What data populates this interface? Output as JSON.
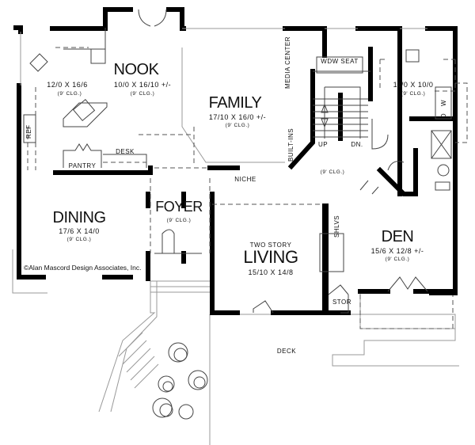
{
  "rooms": {
    "nook": {
      "name": "NOOK",
      "dim": "10/0 X 16/10 +/-",
      "clg": "(9' CLG.)"
    },
    "kitchen": {
      "dim": "12/0 X 16/6",
      "clg": "(9' CLG.)"
    },
    "family": {
      "name": "FAMILY",
      "dim": "17/10 X 16/0 +/-",
      "clg": "(9' CLG.)"
    },
    "dining": {
      "name": "DINING",
      "dim": "17/6 X 14/0",
      "clg": "(9' CLG.)"
    },
    "foyer": {
      "name": "FOYER",
      "clg": "(9' CLG.)"
    },
    "living": {
      "prefix": "TWO STORY",
      "name": "LIVING",
      "dim": "15/10 X 14/8"
    },
    "den": {
      "name": "DEN",
      "dim": "15/6 X 12/8 +/-",
      "clg": "(9' CLG.)"
    },
    "laundry": {
      "dim": "11/0 X 10/0",
      "clg": "(9' CLG.)"
    },
    "hall": {
      "clg": "(9' CLG.)"
    }
  },
  "labels": {
    "wdw_seat": "WDW SEAT",
    "media_center": "MEDIA CENTER",
    "built_ins": "BUILT-INS",
    "up": "UP",
    "dn": "DN.",
    "niche": "NICHE",
    "ref": "REF",
    "desk": "DESK",
    "pantry": "PANTRY",
    "shlvs": "SHLVS",
    "stor": "STOR",
    "deck": "DECK",
    "washer": "W",
    "dryer": "D"
  },
  "copyright": "©Alan Mascord Design Associates, Inc."
}
